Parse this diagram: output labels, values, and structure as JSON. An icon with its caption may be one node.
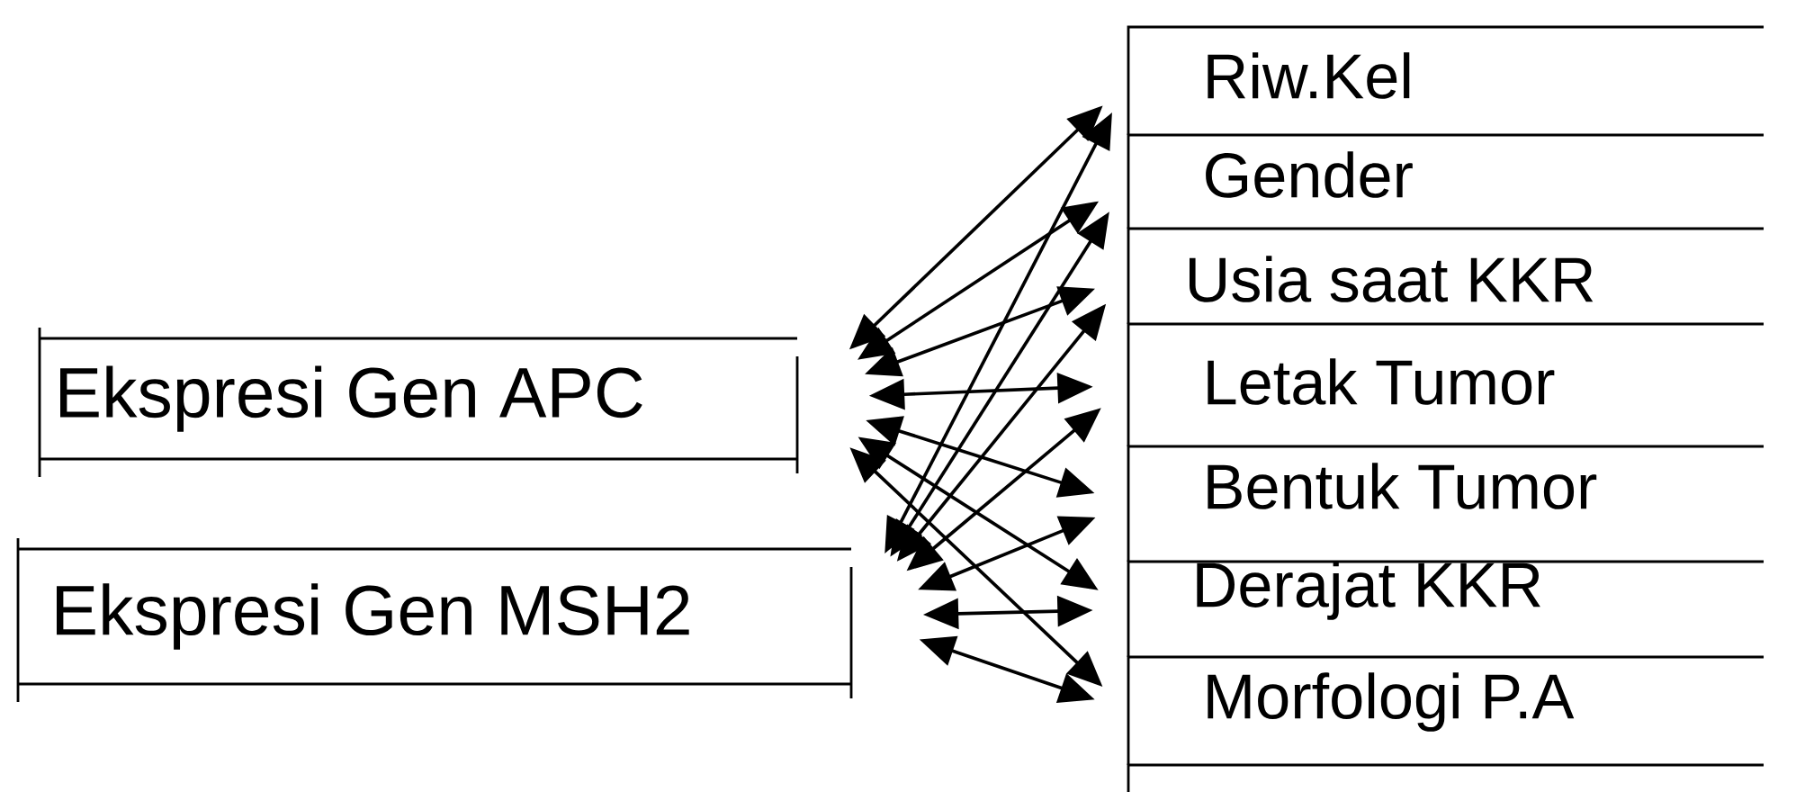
{
  "diagram": {
    "nodes": [
      {
        "text": [
          "Ekspresi Gen APC"
        ]
      },
      {
        "text": [
          "Ekspresi Gen MSH2"
        ]
      },
      {
        "text": [
          "Riw.Kel"
        ]
      },
      {
        "text": [
          "Gender"
        ]
      },
      {
        "text": [
          "Usia saat KKR"
        ]
      },
      {
        "text": [
          "Letak Tumor"
        ]
      },
      {
        "text": [
          "Bentuk Tumor"
        ]
      },
      {
        "text": [
          "Derajat KKR"
        ]
      },
      {
        "text": [
          "Morfologi P.A"
        ]
      }
    ],
    "edges": [
      {
        "from": 0,
        "to": 2,
        "arrow": "both"
      },
      {
        "from": 0,
        "to": 3,
        "arrow": "both"
      },
      {
        "from": 0,
        "to": 4,
        "arrow": "both"
      },
      {
        "from": 0,
        "to": 5,
        "arrow": "both"
      },
      {
        "from": 0,
        "to": 6,
        "arrow": "both"
      },
      {
        "from": 0,
        "to": 7,
        "arrow": "both"
      },
      {
        "from": 0,
        "to": 8,
        "arrow": "both"
      },
      {
        "from": 1,
        "to": 2,
        "arrow": "both"
      },
      {
        "from": 1,
        "to": 3,
        "arrow": "both"
      },
      {
        "from": 1,
        "to": 4,
        "arrow": "both"
      },
      {
        "from": 1,
        "to": 5,
        "arrow": "both"
      },
      {
        "from": 1,
        "to": 6,
        "arrow": "both"
      },
      {
        "from": 1,
        "to": 7,
        "arrow": "both"
      },
      {
        "from": 1,
        "to": 8,
        "arrow": "both"
      }
    ]
  }
}
